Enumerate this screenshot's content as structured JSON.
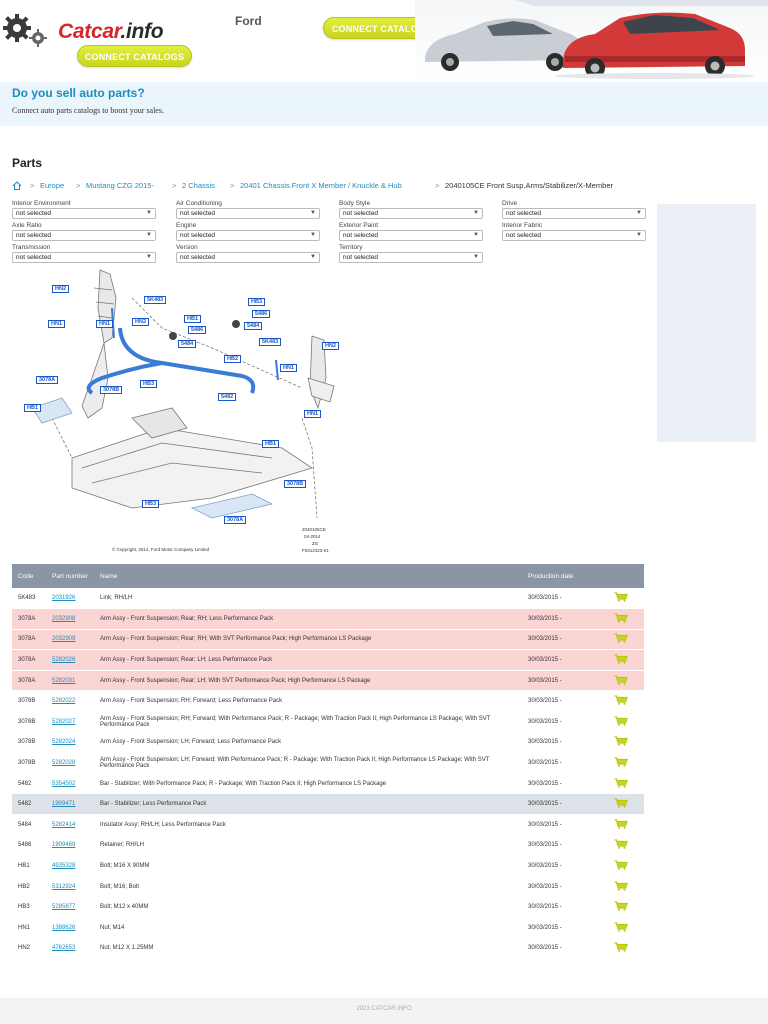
{
  "header": {
    "logo_red": "Catcar",
    "logo_dark": ".info",
    "brand": "Ford",
    "connect_top": "CONNECT CATALOGS",
    "connect_left": "CONNECT CATALOGS"
  },
  "promo": {
    "title": "Do you sell auto parts?",
    "text": "Connect auto parts catalogs to boost your sales."
  },
  "page_title": "Parts",
  "breadcrumb": {
    "items": [
      "Europe",
      "Mustang CZG 2015-",
      "2 Chassis",
      "20401 Chassis.Front X Member / Knuckle & Hub"
    ],
    "current": "2040105CE Front Susp.Arms/Stabilizer/X-Member",
    "separator": ">"
  },
  "filters": [
    {
      "label": "Interior Environment",
      "value": "not selected"
    },
    {
      "label": "Air Conditioning",
      "value": "not selected"
    },
    {
      "label": "Body Style",
      "value": "not selected"
    },
    {
      "label": "Drive",
      "value": "not selected"
    },
    {
      "label": "Axle Ratio",
      "value": "not selected"
    },
    {
      "label": "Engine",
      "value": "not selected"
    },
    {
      "label": "Exterior Paint",
      "value": "not selected"
    },
    {
      "label": "Interior Fabric",
      "value": "not selected"
    },
    {
      "label": "Transmission",
      "value": "not selected"
    },
    {
      "label": "Version",
      "value": "not selected"
    },
    {
      "label": "Territory",
      "value": "not selected"
    }
  ],
  "diagram": {
    "copyright": "© Copyright, 2014, Ford Motor Company Limited",
    "ref_lines": [
      "2040105CE",
      "04-2014",
      "ZG",
      "F0312423-01"
    ],
    "callouts": [
      "HN2",
      "5K483",
      "HN1",
      "HN1",
      "HN2",
      "HB1",
      "5486",
      "5484",
      "HB3",
      "5486",
      "5484",
      "5K483",
      "HN2",
      "HB2",
      "HN1",
      "3078A",
      "HB3",
      "3078B",
      "HB1",
      "5482",
      "HN1",
      "HB1",
      "3078B",
      "HB3",
      "3078A"
    ]
  },
  "table": {
    "headers": {
      "code": "Code",
      "number": "Part number",
      "name": "Name",
      "date": "Production date"
    },
    "rows": [
      {
        "code": "5K483",
        "number": "2031926",
        "name": "Link; RH/LH",
        "date": "30/03/2015 -",
        "style": "normal"
      },
      {
        "code": "3078A",
        "number": "2032908",
        "name": "Arm Assy - Front Suspension; Rear; RH; Less Performance Pack",
        "date": "30/03/2015 -",
        "style": "pink"
      },
      {
        "code": "3078A",
        "number": "2032909",
        "name": "Arm Assy - Front Suspension; Rear; RH; With SVT Performance Pack; High Performance LS Package",
        "date": "30/03/2015 -",
        "style": "pink"
      },
      {
        "code": "3078A",
        "number": "5282026",
        "name": "Arm Assy - Front Suspension; Rear; LH; Less Performance Pack",
        "date": "30/03/2015 -",
        "style": "pink"
      },
      {
        "code": "3078A",
        "number": "5282031",
        "name": "Arm Assy - Front Suspension; Rear; LH; With SVT Performance Pack; High Performance LS Package",
        "date": "30/03/2015 -",
        "style": "pink"
      },
      {
        "code": "3078B",
        "number": "5282022",
        "name": "Arm Assy - Front Suspension; RH; Forward; Less Performance Pack",
        "date": "30/03/2015 -",
        "style": "normal"
      },
      {
        "code": "3078B",
        "number": "5282027",
        "name": "Arm Assy - Front Suspension; RH; Forward; With Performance Pack; R - Package; With Traction Pack II; High Performance LS Package; With SVT Performance Pack",
        "date": "30/03/2015 -",
        "style": "normal"
      },
      {
        "code": "3078B",
        "number": "5282024",
        "name": "Arm Assy - Front Suspension; LH; Forward; Less Performance Pack",
        "date": "30/03/2015 -",
        "style": "normal"
      },
      {
        "code": "3078B",
        "number": "5282028",
        "name": "Arm Assy - Front Suspension; LH; Forward; With Performance Pack; R - Package; With Traction Pack II; High Performance LS Package; With SVT Performance Pack",
        "date": "30/03/2015 -",
        "style": "normal"
      },
      {
        "code": "5482",
        "number": "5354502",
        "name": "Bar - Stabilizer; With Performance Pack; R - Package; With Traction Pack II; High Performance LS Package",
        "date": "30/03/2015 -",
        "style": "normal"
      },
      {
        "code": "5482",
        "number": "1909471",
        "name": "Bar - Stabilizer; Less Performance Pack",
        "date": "30/03/2015 -",
        "style": "grey"
      },
      {
        "code": "5484",
        "number": "5282414",
        "name": "Insulator Assy; RH/LH; Less Performance Pack",
        "date": "30/03/2015 -",
        "style": "normal"
      },
      {
        "code": "5486",
        "number": "1909469",
        "name": "Retainer; RH/LH",
        "date": "30/03/2015 -",
        "style": "normal"
      },
      {
        "code": "HB1",
        "number": "4935328",
        "name": "Bolt; M16 X 90MM",
        "date": "30/03/2015 -",
        "style": "normal"
      },
      {
        "code": "HB2",
        "number": "5312924",
        "name": "Bolt; M16; Bolt",
        "date": "30/03/2015 -",
        "style": "normal"
      },
      {
        "code": "HB3",
        "number": "5285877",
        "name": "Bolt; M12 x 40MM",
        "date": "30/03/2015 -",
        "style": "normal"
      },
      {
        "code": "HN1",
        "number": "1388626",
        "name": "Nut; M14",
        "date": "30/03/2015 -",
        "style": "normal"
      },
      {
        "code": "HN2",
        "number": "4762653",
        "name": "Nut; M12 X 1.25MM",
        "date": "30/03/2015 -",
        "style": "normal"
      }
    ]
  },
  "footer": "2023 CATCAR.INFO",
  "colors": {
    "accent": "#1b8dbf",
    "brand_red": "#d9232d",
    "button": "#d3df2a",
    "header_row": "#8b95a4",
    "highlight_pink": "#fbd4d4",
    "highlight_grey": "#dde1e8"
  }
}
